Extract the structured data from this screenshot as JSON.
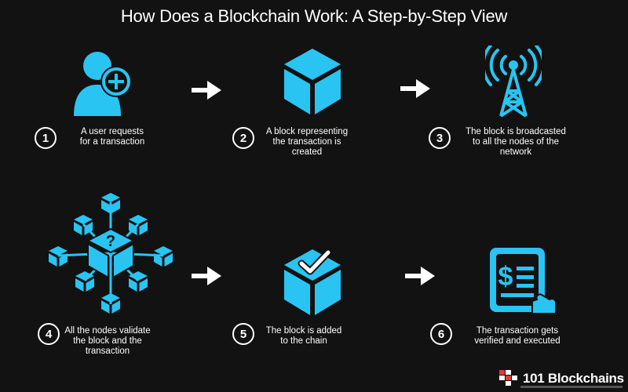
{
  "title": "How Does a Blockchain Work: A Step-by-Step View",
  "colors": {
    "accent": "#29c4f2",
    "background": "#121212",
    "text": "#ffffff"
  },
  "steps": [
    {
      "number": "1",
      "icon": "user-add-icon",
      "lines": [
        "A user requests",
        "for a transaction"
      ]
    },
    {
      "number": "2",
      "icon": "block-cube-icon",
      "lines": [
        "A block representing",
        "the transaction is",
        "created"
      ]
    },
    {
      "number": "3",
      "icon": "broadcast-tower-icon",
      "lines": [
        "The block is broadcasted",
        "to all the nodes of the",
        "network"
      ]
    },
    {
      "number": "4",
      "icon": "node-network-icon",
      "lines": [
        "All the nodes validate",
        "the block and the",
        "transaction"
      ]
    },
    {
      "number": "5",
      "icon": "block-check-icon",
      "lines": [
        "The block is added",
        "to the chain"
      ]
    },
    {
      "number": "6",
      "icon": "document-dollar-icon",
      "lines": [
        "The transaction gets",
        "verified and executed"
      ]
    }
  ],
  "brand": {
    "name": "101 Blockchains"
  },
  "node_mark": "?"
}
